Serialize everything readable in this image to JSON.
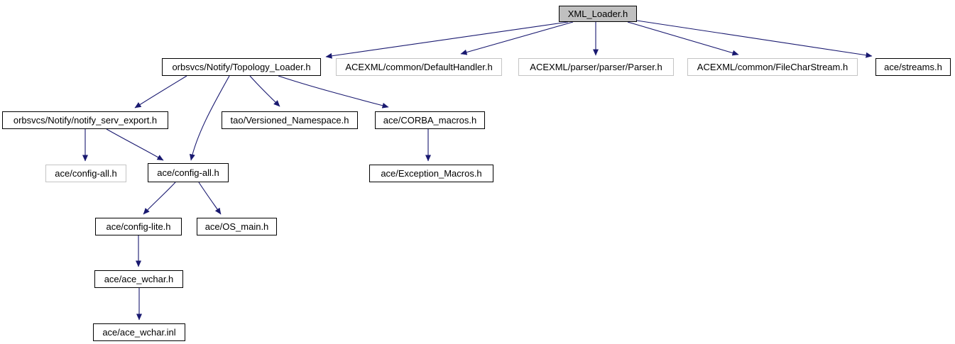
{
  "diagram": {
    "kind": "include-dependency-graph",
    "root_file": "XML_Loader.h",
    "colors": {
      "edge": "#191970",
      "node_fill": "#ffffff",
      "node_border": "#000000",
      "node_border_muted": "#c4c4c4",
      "root_fill": "#c0c0c0",
      "text": "#000000",
      "background": "#ffffff"
    },
    "nodes": [
      {
        "id": "xml_loader",
        "label": "XML_Loader.h",
        "style": "root"
      },
      {
        "id": "topology_loader",
        "label": "orbsvcs/Notify/Topology_Loader.h",
        "style": "linked"
      },
      {
        "id": "default_handler",
        "label": "ACEXML/common/DefaultHandler.h",
        "style": "plain"
      },
      {
        "id": "parser",
        "label": "ACEXML/parser/parser/Parser.h",
        "style": "plain"
      },
      {
        "id": "file_char_stream",
        "label": "ACEXML/common/FileCharStream.h",
        "style": "plain"
      },
      {
        "id": "streams",
        "label": "ace/streams.h",
        "style": "linked"
      },
      {
        "id": "notify_serv_export",
        "label": "orbsvcs/Notify/notify_serv_export.h",
        "style": "linked"
      },
      {
        "id": "versioned_namespace",
        "label": "tao/Versioned_Namespace.h",
        "style": "linked"
      },
      {
        "id": "corba_macros",
        "label": "ace/CORBA_macros.h",
        "style": "linked"
      },
      {
        "id": "config_all_plain",
        "label": "ace/config-all.h",
        "style": "plain"
      },
      {
        "id": "config_all",
        "label": "ace/config-all.h",
        "style": "linked"
      },
      {
        "id": "exception_macros",
        "label": "ace/Exception_Macros.h",
        "style": "linked"
      },
      {
        "id": "config_lite",
        "label": "ace/config-lite.h",
        "style": "linked"
      },
      {
        "id": "os_main",
        "label": "ace/OS_main.h",
        "style": "linked"
      },
      {
        "id": "ace_wchar_h",
        "label": "ace/ace_wchar.h",
        "style": "linked"
      },
      {
        "id": "ace_wchar_inl",
        "label": "ace/ace_wchar.inl",
        "style": "linked"
      }
    ],
    "edges": [
      {
        "from": "xml_loader",
        "to": "topology_loader"
      },
      {
        "from": "xml_loader",
        "to": "default_handler"
      },
      {
        "from": "xml_loader",
        "to": "parser"
      },
      {
        "from": "xml_loader",
        "to": "file_char_stream"
      },
      {
        "from": "xml_loader",
        "to": "streams"
      },
      {
        "from": "topology_loader",
        "to": "notify_serv_export"
      },
      {
        "from": "topology_loader",
        "to": "config_all"
      },
      {
        "from": "topology_loader",
        "to": "versioned_namespace"
      },
      {
        "from": "topology_loader",
        "to": "corba_macros"
      },
      {
        "from": "notify_serv_export",
        "to": "config_all_plain"
      },
      {
        "from": "notify_serv_export",
        "to": "config_all"
      },
      {
        "from": "corba_macros",
        "to": "exception_macros"
      },
      {
        "from": "config_all",
        "to": "config_lite"
      },
      {
        "from": "config_all",
        "to": "os_main"
      },
      {
        "from": "config_lite",
        "to": "ace_wchar_h"
      },
      {
        "from": "ace_wchar_h",
        "to": "ace_wchar_inl"
      }
    ]
  }
}
